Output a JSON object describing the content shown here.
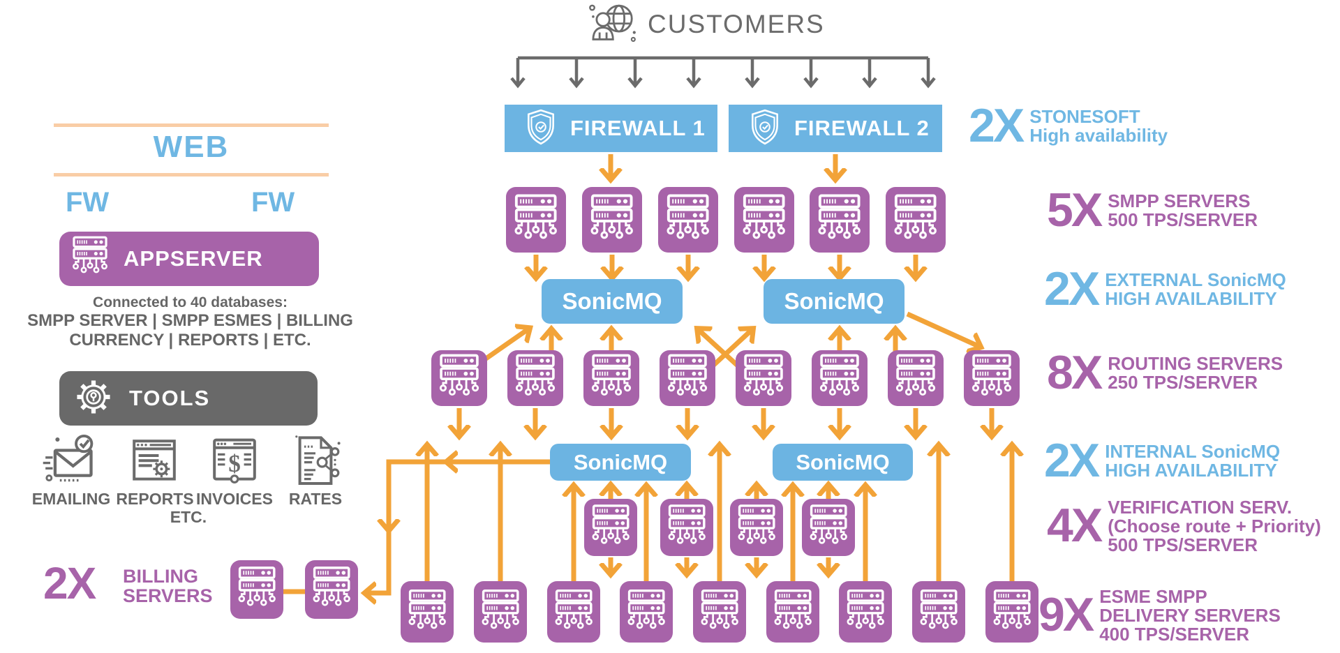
{
  "palette": {
    "blue": "#6FB7E3",
    "purple": "#A763A9",
    "orange": "#F2A338",
    "gray": "#6B6B6B",
    "peach": "#F9CDA6"
  },
  "customers": {
    "label": "CUSTOMERS",
    "icon": "person-globe-icon"
  },
  "firewalls": [
    {
      "label": "FIREWALL 1",
      "icon": "shield-check-icon"
    },
    {
      "label": "FIREWALL 2",
      "icon": "shield-check-icon"
    }
  ],
  "sonicmq": {
    "external": [
      {
        "label": "SonicMQ"
      },
      {
        "label": "SonicMQ"
      }
    ],
    "internal": [
      {
        "label": "SonicMQ"
      },
      {
        "label": "SonicMQ"
      }
    ]
  },
  "server_rows": {
    "smpp": {
      "icons": 6
    },
    "routing": {
      "icons": 8
    },
    "verification": {
      "icons": 4
    },
    "delivery": {
      "icons": 9
    },
    "billing": {
      "icons": 2
    }
  },
  "annotations": [
    {
      "count": "2X",
      "color": "blue",
      "lines": [
        "STONESOFT",
        "High availability"
      ]
    },
    {
      "count": "5X",
      "color": "purple",
      "lines": [
        "SMPP SERVERS",
        "500 TPS/SERVER"
      ]
    },
    {
      "count": "2X",
      "color": "blue",
      "lines": [
        "EXTERNAL SonicMQ",
        "HIGH AVAILABILITY"
      ]
    },
    {
      "count": "8X",
      "color": "purple",
      "lines": [
        "ROUTING SERVERS",
        "250 TPS/SERVER"
      ]
    },
    {
      "count": "2X",
      "color": "blue",
      "lines": [
        "INTERNAL SonicMQ",
        "HIGH AVAILABILITY"
      ]
    },
    {
      "count": "4X",
      "color": "purple",
      "lines": [
        "VERIFICATION SERV.",
        "(Choose route + Priority)",
        "500 TPS/SERVER"
      ]
    },
    {
      "count": "9X",
      "color": "purple",
      "lines": [
        "ESME SMPP",
        "DELIVERY SERVERS",
        "400 TPS/SERVER"
      ]
    }
  ],
  "left_panel": {
    "web_label": "WEB",
    "fw_left": "FW",
    "fw_right": "FW",
    "appserver": {
      "label": "APPSERVER",
      "icon": "server-icon"
    },
    "db_note": [
      "Connected to 40 databases:",
      "SMPP SERVER | SMPP ESMES  |  BILLING",
      "CURRENCY | REPORTS | ETC."
    ],
    "tools": {
      "label": "TOOLS",
      "icon": "gear-icon"
    },
    "tool_items": [
      {
        "label": "EMAILING",
        "icon": "emailing-icon"
      },
      {
        "label": "REPORTS",
        "icon": "reports-icon"
      },
      {
        "label": "INVOICES",
        "icon": "invoices-icon"
      },
      {
        "label": "RATES",
        "icon": "rates-icon"
      }
    ],
    "tools_etc": "ETC."
  },
  "billing_label": {
    "count": "2X",
    "lines": [
      "BILLING",
      "SERVERS"
    ]
  }
}
